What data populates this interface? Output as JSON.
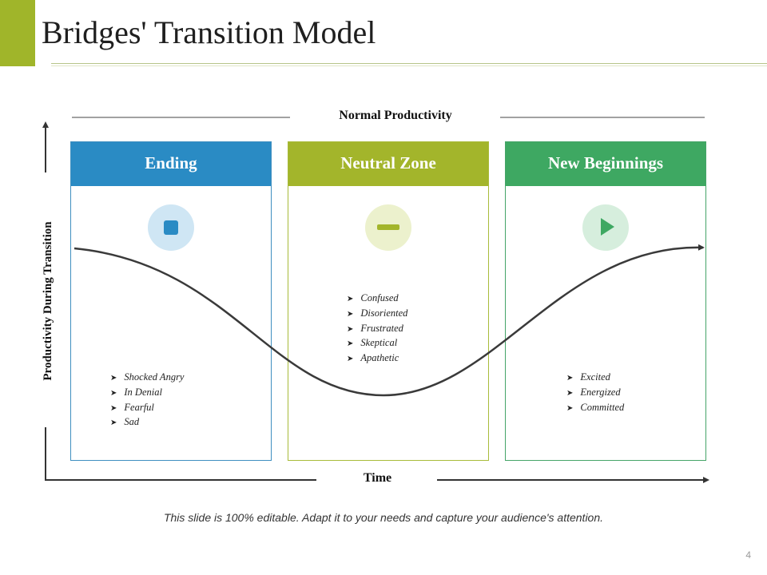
{
  "slide": {
    "title": "Bridges' Transition Model",
    "top_label": "Normal Productivity",
    "x_axis_label": "Time",
    "y_axis_label": "Productivity During Transition",
    "footer_note": "This slide is 100% editable. Adapt it to your needs and capture your audience's attention.",
    "page_number": "4"
  },
  "colors": {
    "accent": "#a0b52a",
    "ending": "#2a8bc4",
    "neutral_zone": "#a3b52b",
    "new_beginnings": "#3ea862"
  },
  "stages": [
    {
      "title": "Ending",
      "icon": "stop-icon",
      "items": [
        "Shocked Angry",
        "In Denial",
        "Fearful",
        "Sad"
      ]
    },
    {
      "title": "Neutral Zone",
      "icon": "minus-icon",
      "items": [
        "Confused",
        "Disoriented",
        "Frustrated",
        "Skeptical",
        "Apathetic"
      ]
    },
    {
      "title": "New Beginnings",
      "icon": "play-icon",
      "items": [
        "Excited",
        "Energized",
        "Committed"
      ]
    }
  ]
}
